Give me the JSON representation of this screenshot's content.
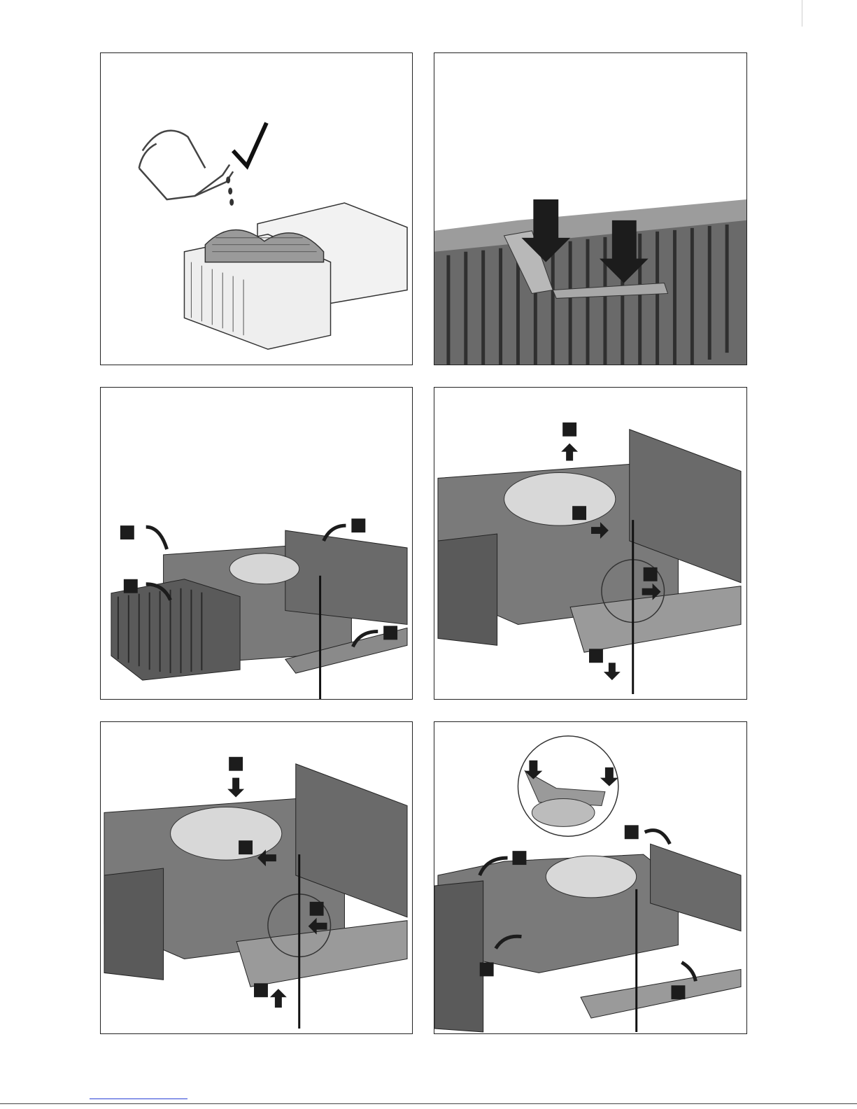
{
  "document": {
    "type": "assembly-instructions-figures",
    "panels": [
      {
        "id": "fill-water",
        "icons": [
          "watering-can",
          "checkmark",
          "water-drops"
        ]
      },
      {
        "id": "press-handle",
        "icons": [
          "down-arrow",
          "down-arrow"
        ]
      },
      {
        "id": "open-covers",
        "icons": [
          "curved-arrow",
          "curved-arrow",
          "curved-arrow",
          "curved-arrow"
        ]
      },
      {
        "id": "remove-drum",
        "icons": [
          "up-arrow",
          "right-arrow",
          "right-arrow",
          "down-arrow"
        ]
      },
      {
        "id": "insert-drum",
        "icons": [
          "down-arrow",
          "left-arrow",
          "left-arrow",
          "up-arrow"
        ]
      },
      {
        "id": "close-covers",
        "icons": [
          "down-arrow",
          "down-arrow",
          "curved-arrow",
          "curved-arrow",
          "curved-arrow",
          "curved-arrow"
        ]
      }
    ]
  },
  "colors": {
    "device_dark": "#5a5a5a",
    "device_mid": "#8a8a8a",
    "device_light": "#c8c8c8",
    "marker": "#1c1c1c"
  }
}
